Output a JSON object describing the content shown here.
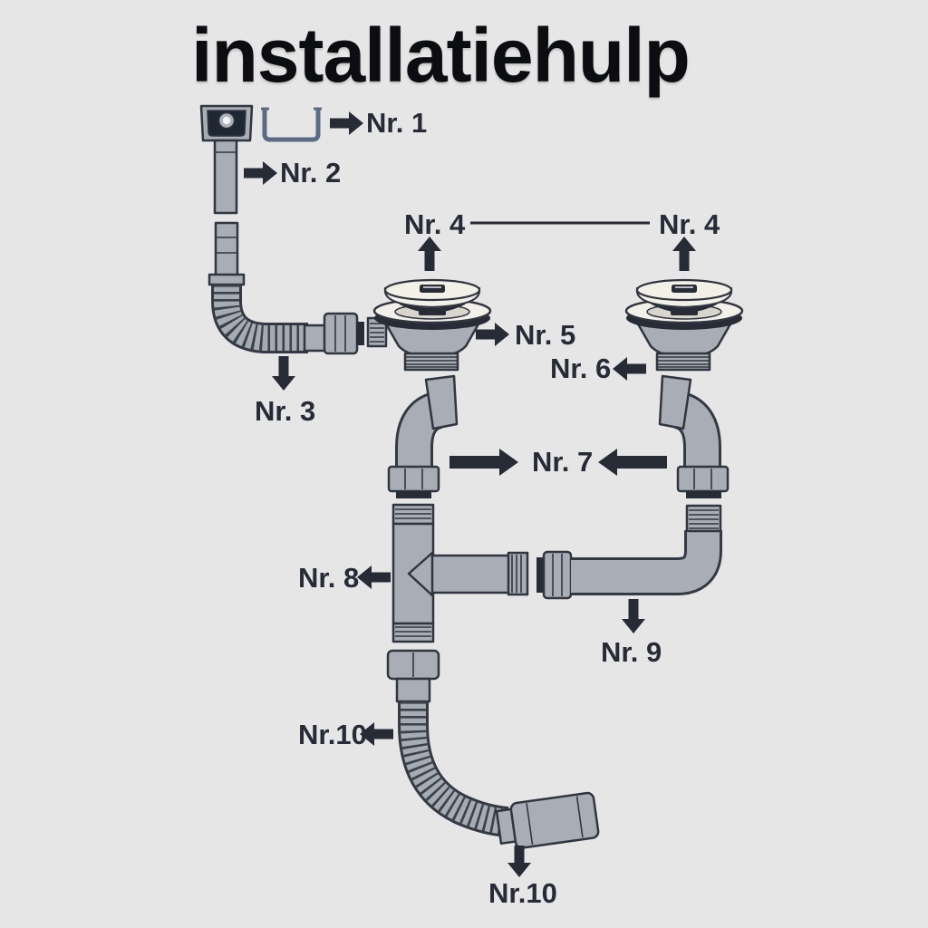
{
  "title": "installatiehulp",
  "labels": {
    "nr1": "Nr. 1",
    "nr2": "Nr. 2",
    "nr3": "Nr. 3",
    "nr4_left": "Nr. 4",
    "nr4_right": "Nr. 4",
    "nr5": "Nr. 5",
    "nr6": "Nr. 6",
    "nr7": "Nr. 7",
    "nr8": "Nr. 8",
    "nr9": "Nr. 9",
    "nr10_left": "Nr.10",
    "nr10_bottom": "Nr.10"
  },
  "colors": {
    "background": "#e6e6e7",
    "title_text": "#0c0d10",
    "label_text": "#262b36",
    "arrow": "#262b36",
    "pipe_gray": "#a9aeb6",
    "outline": "#30353f",
    "dark_accent": "#272c36",
    "strainer_cap_cream": "#f3f0e8",
    "bracket_blue_gray": "#5c6a84"
  }
}
